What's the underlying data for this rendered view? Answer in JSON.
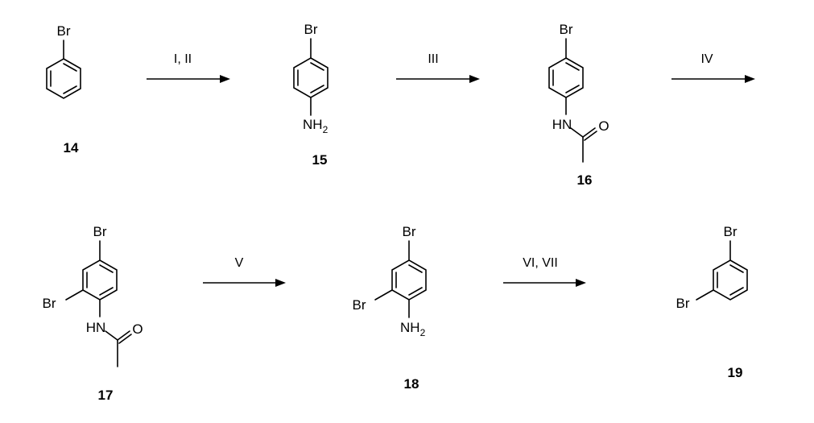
{
  "compounds": [
    {
      "id": "14",
      "label": "14",
      "atoms": {
        "br": "Br"
      }
    },
    {
      "id": "15",
      "label": "15",
      "atoms": {
        "br": "Br",
        "nh": "NH",
        "h2": "2"
      }
    },
    {
      "id": "16",
      "label": "16",
      "atoms": {
        "br": "Br",
        "hn": "HN",
        "o": "O"
      }
    },
    {
      "id": "17",
      "label": "17",
      "atoms": {
        "br_top": "Br",
        "br_side": "Br",
        "hn": "HN",
        "o": "O"
      }
    },
    {
      "id": "18",
      "label": "18",
      "atoms": {
        "br_top": "Br",
        "br_side": "Br",
        "nh": "NH",
        "h2": "2"
      }
    },
    {
      "id": "19",
      "label": "19",
      "atoms": {
        "br_top": "Br",
        "br_side": "Br"
      }
    }
  ],
  "steps": [
    {
      "id": "step-1",
      "conditions": "I, II"
    },
    {
      "id": "step-2",
      "conditions": "III"
    },
    {
      "id": "step-3",
      "conditions": "IV"
    },
    {
      "id": "step-4",
      "conditions": "V"
    },
    {
      "id": "step-5",
      "conditions": "VI, VII"
    }
  ]
}
